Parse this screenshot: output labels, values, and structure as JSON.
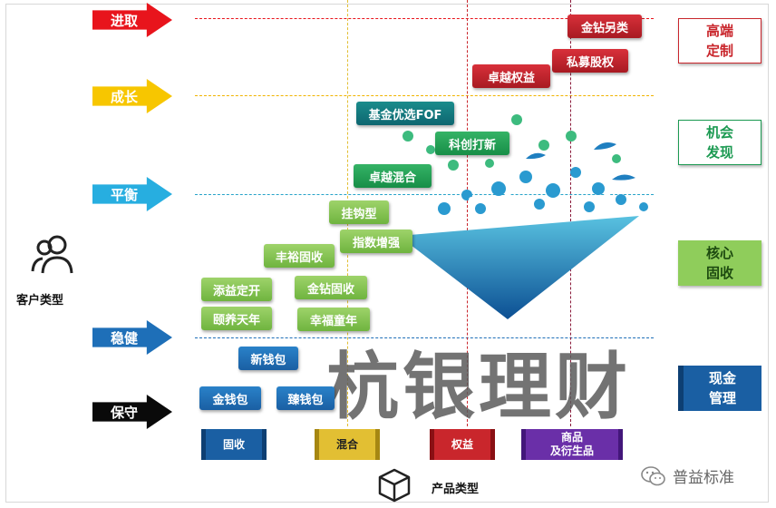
{
  "axes": {
    "customer_type_label": "客户类型",
    "product_type_label": "产品类型"
  },
  "risk_levels": [
    {
      "label": "进取",
      "color": "#e8141c"
    },
    {
      "label": "成长",
      "color": "#f7c600"
    },
    {
      "label": "平衡",
      "color": "#27aee0"
    },
    {
      "label": "稳健",
      "color": "#1e6fb8"
    },
    {
      "label": "保守",
      "color": "#0a0a0a"
    }
  ],
  "right_categories": [
    {
      "label": "高端\n定制",
      "color": "#c9262c"
    },
    {
      "label": "机会\n发现",
      "color": "#1c9a52"
    },
    {
      "label": "核心\n固收",
      "color": "#8fcd5b"
    },
    {
      "label": "现金\n管理",
      "color": "#1a5fa3"
    }
  ],
  "products": [
    {
      "label": "金钻另类",
      "style": "r1"
    },
    {
      "label": "私募股权",
      "style": "r1"
    },
    {
      "label": "卓越权益",
      "style": "r1"
    },
    {
      "label": "基金优选FOF",
      "style": "t1"
    },
    {
      "label": "科创打新",
      "style": "g2"
    },
    {
      "label": "卓越混合",
      "style": "g2"
    },
    {
      "label": "挂钩型",
      "style": "g1"
    },
    {
      "label": "指数增强",
      "style": "g1"
    },
    {
      "label": "丰裕固收",
      "style": "g1"
    },
    {
      "label": "添益定开",
      "style": "g1"
    },
    {
      "label": "金钻固收",
      "style": "g1"
    },
    {
      "label": "颐养天年",
      "style": "g1"
    },
    {
      "label": "幸福童年",
      "style": "g1"
    },
    {
      "label": "新钱包",
      "style": "b1"
    },
    {
      "label": "金钱包",
      "style": "b1"
    },
    {
      "label": "臻钱包",
      "style": "b1"
    }
  ],
  "product_categories": [
    {
      "label": "固收",
      "color": "#1a5fa3"
    },
    {
      "label": "混合",
      "color": "#e2bf33"
    },
    {
      "label": "权益",
      "color": "#c9262c"
    },
    {
      "label": "商品\n及衍生品",
      "color": "#6a2fa8"
    }
  ],
  "watermark": "杭银理财",
  "wechat": "普益标准"
}
